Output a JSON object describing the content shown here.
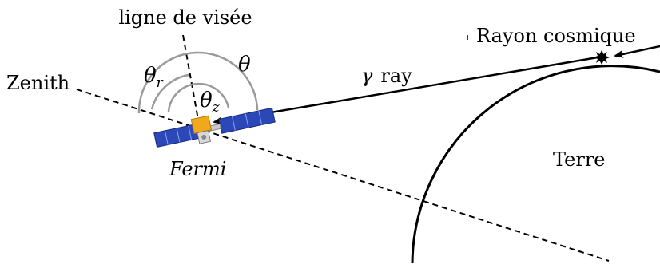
{
  "labels": {
    "line_of_sight": "ligne de visée",
    "zenith": "Zenith",
    "theta": "θ",
    "theta_r_base": "θ",
    "theta_r_sub": "r",
    "theta_z_base": "θ",
    "theta_z_sub": "z",
    "gamma_ray_symbol": "γ",
    "gamma_ray_word": "ray",
    "cosmic_ray": "Rayon cosmique",
    "earth": "Terre",
    "satellite": "Fermi"
  },
  "colors": {
    "lines": "#000000",
    "angle_arcs": "#9a9a9a",
    "solar_panel": "#2b47b8",
    "satellite_body": "#f2a81c"
  },
  "icons": {
    "satellite": "fermi-satellite-icon",
    "cosmic_ray_source": "starburst-icon"
  }
}
